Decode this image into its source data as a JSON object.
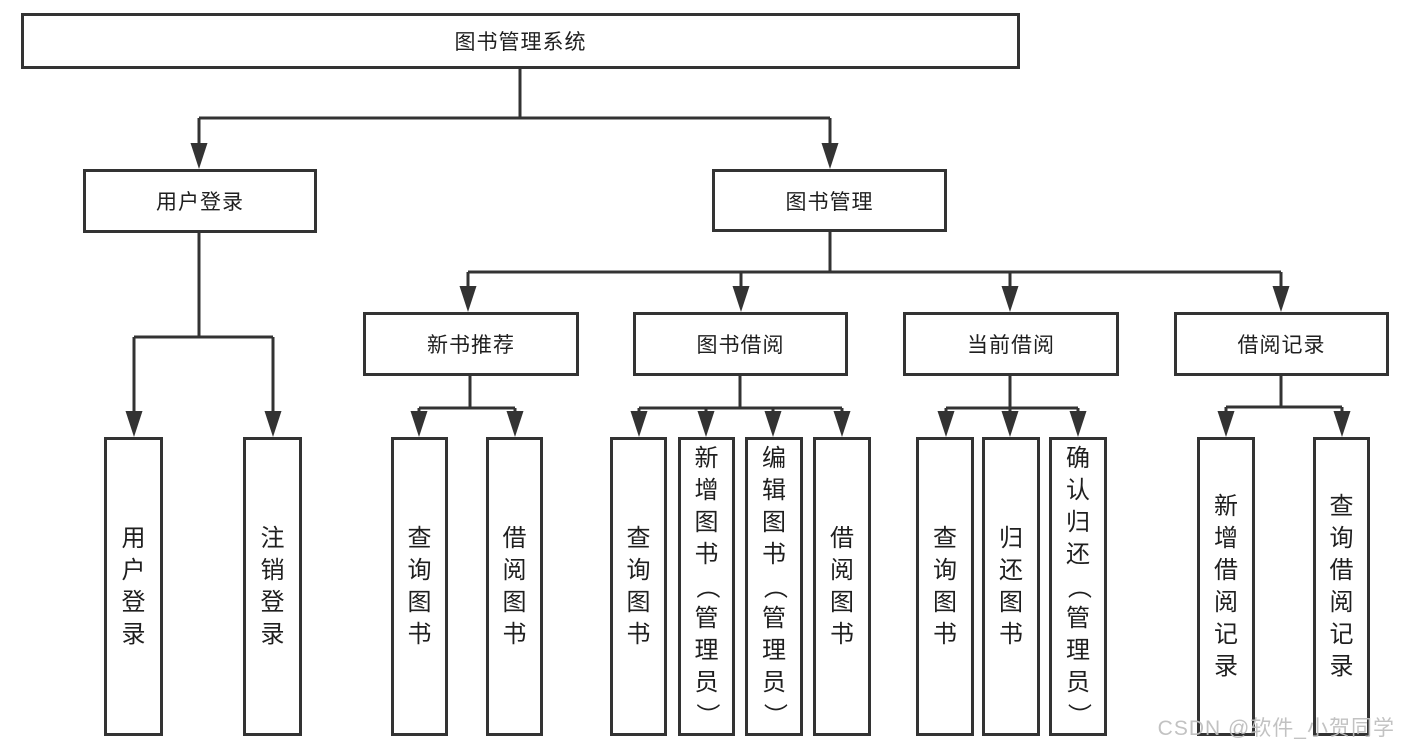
{
  "diagram": {
    "title": "图书管理系统",
    "tree": {
      "label": "图书管理系统",
      "children": [
        {
          "label": "用户登录",
          "children": [
            {
              "label": "用户登录"
            },
            {
              "label": "注销登录"
            }
          ]
        },
        {
          "label": "图书管理",
          "children": [
            {
              "label": "新书推荐",
              "children": [
                {
                  "label": "查询图书"
                },
                {
                  "label": "借阅图书"
                }
              ]
            },
            {
              "label": "图书借阅",
              "children": [
                {
                  "label": "查询图书"
                },
                {
                  "label": "新增图书（管理员）"
                },
                {
                  "label": "编辑图书（管理员）"
                },
                {
                  "label": "借阅图书"
                }
              ]
            },
            {
              "label": "当前借阅",
              "children": [
                {
                  "label": "查询图书"
                },
                {
                  "label": "归还图书"
                },
                {
                  "label": "确认归还（管理员）"
                }
              ]
            },
            {
              "label": "借阅记录",
              "children": [
                {
                  "label": "新增借阅记录"
                },
                {
                  "label": "查询借阅记录"
                }
              ]
            }
          ]
        }
      ]
    },
    "colors": {
      "line": "#333333",
      "text": "#1f1f1f",
      "box_fill": "#ffffff",
      "background": "#ffffff"
    }
  },
  "watermark": {
    "text": "CSDN @软件_小贺同学",
    "color": "#bfbfbf"
  }
}
